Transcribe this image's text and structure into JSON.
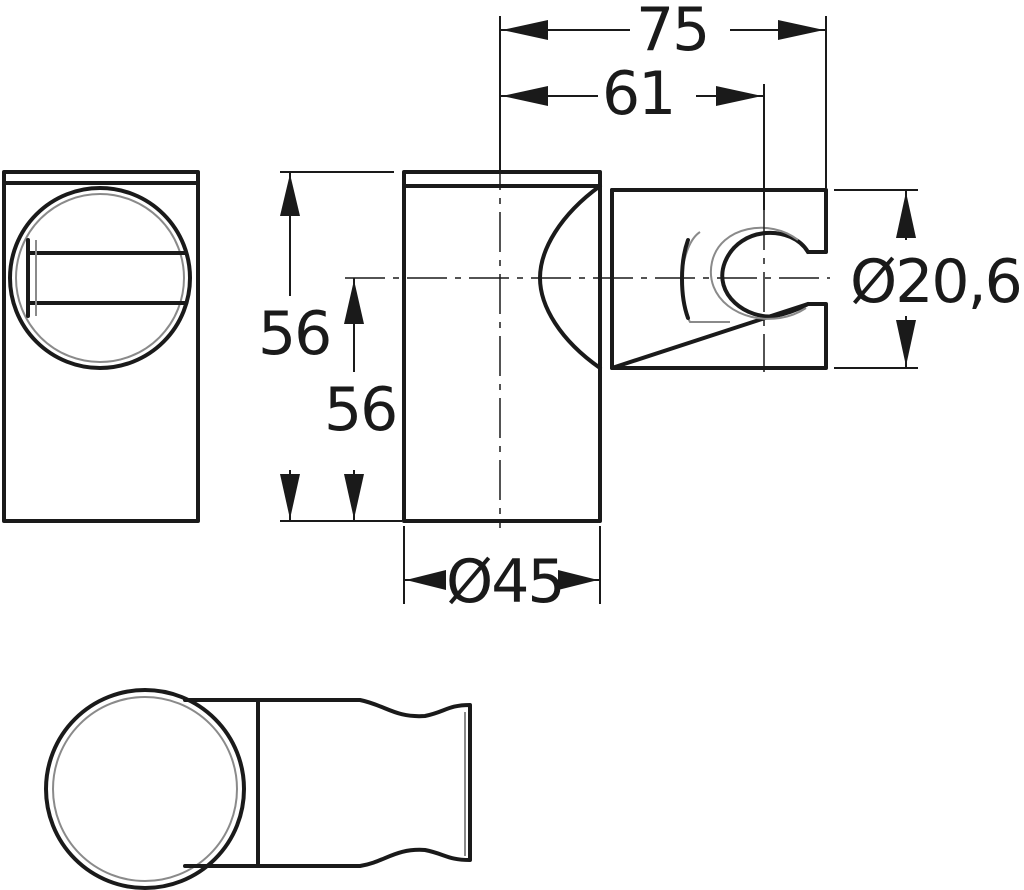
{
  "dimensions": {
    "total_length": "75",
    "holder_offset": "61",
    "height_outer": "56",
    "height_inner": "56",
    "holder_diameter": "Ø20,6",
    "base_diameter": "Ø45"
  },
  "colors": {
    "line": "#1a1a1a",
    "hidden_line": "#8a8a8a",
    "background": "#ffffff"
  }
}
